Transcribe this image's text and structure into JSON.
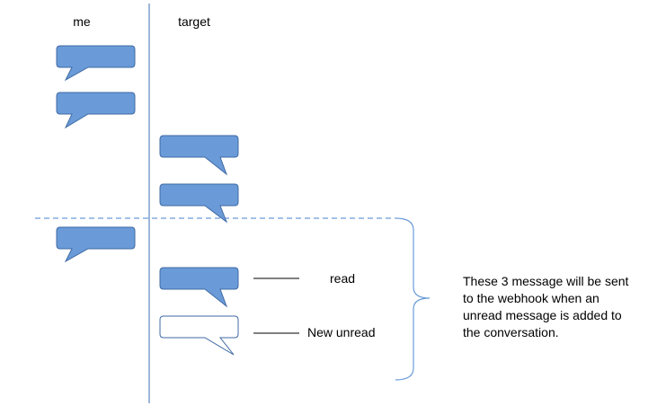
{
  "columns": {
    "left": "me",
    "right": "target"
  },
  "annotations": {
    "read": "read",
    "new_unread": "New unread"
  },
  "note": {
    "line1": "These 3 message will be sent",
    "line2": "to the webhook when an",
    "line3": "unread message is added to",
    "line4": "the conversation."
  },
  "colors": {
    "bubble_fill": "#6a9bd8",
    "bubble_stroke": "#3f6aa3",
    "unread_fill": "#ffffff",
    "line": "#5b87c0",
    "dashed": "#6a9bd8"
  }
}
